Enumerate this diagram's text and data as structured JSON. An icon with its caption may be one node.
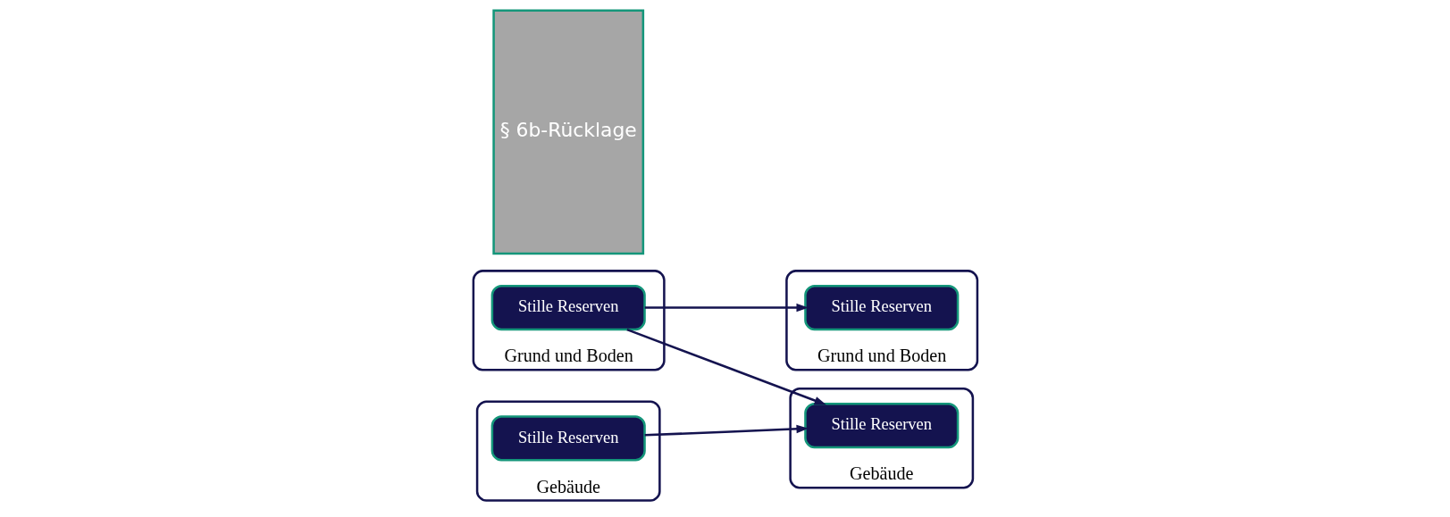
{
  "diagram": {
    "nodes": [
      {
        "text": [
          "Grund und Boden"
        ]
      },
      {
        "text": [
          "Stille Reserven"
        ],
        "in": 0
      },
      {
        "text": [
          "§ 6b-Rücklage"
        ]
      },
      {
        "text": [
          "Grund und Boden"
        ]
      },
      {
        "text": [
          "Stille Reserven"
        ],
        "in": 3
      },
      {
        "text": [
          "Gebäude"
        ]
      },
      {
        "text": [
          "Stille Reserven"
        ],
        "in": 5
      },
      {
        "text": [
          "Gebäude"
        ]
      },
      {
        "text": [
          "Stille Reserven"
        ],
        "in": 7
      }
    ],
    "edges": [
      {
        "from": 1,
        "to": 4,
        "arrow": "to"
      },
      {
        "from": 1,
        "to": 8,
        "arrow": "to"
      },
      {
        "from": 6,
        "to": 8,
        "arrow": "to"
      }
    ]
  }
}
